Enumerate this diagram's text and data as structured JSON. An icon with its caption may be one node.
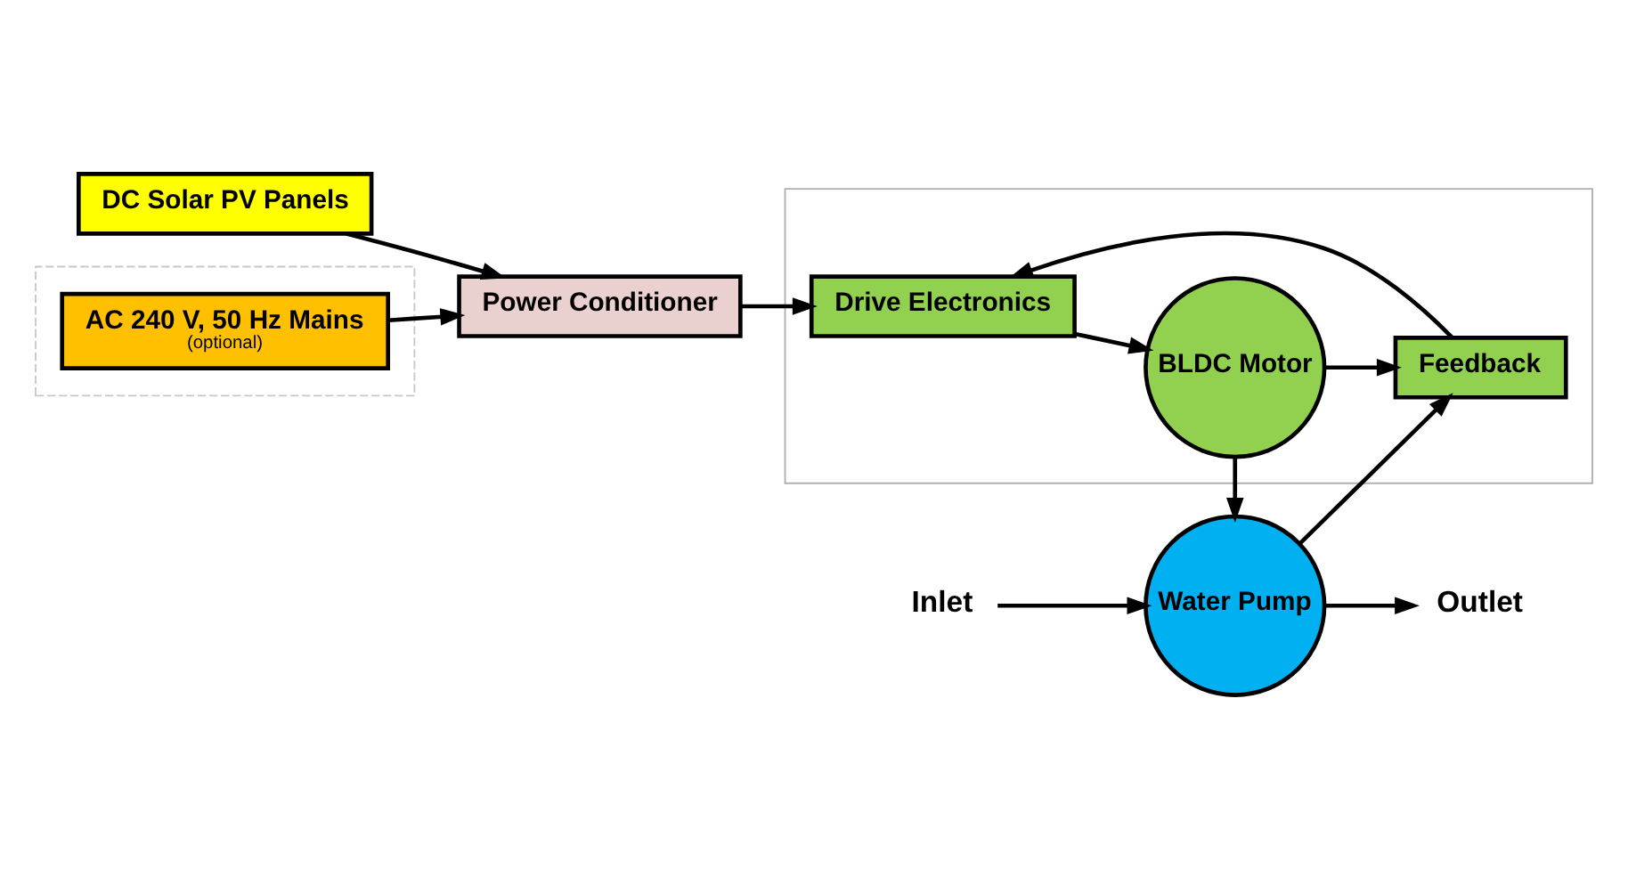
{
  "diagram": {
    "nodes": [
      {
        "text": [
          "DC Solar PV Panels"
        ]
      },
      {
        "text": [
          "Power Conditioner"
        ]
      },
      {
        "text": [],
        "shape": "box"
      },
      {
        "text": [
          "AC 240 V, 50 Hz Mains",
          "(optional)"
        ],
        "in": 2
      },
      {
        "text": [],
        "shape": "box"
      },
      {
        "text": [
          "Drive Electronics"
        ],
        "in": 4
      },
      {
        "text": [
          "BLDC Motor"
        ],
        "in": 4
      },
      {
        "text": [
          "Feedback"
        ],
        "in": 4
      },
      {
        "text": [
          "Water Pump"
        ]
      },
      {
        "text": [
          "Outlet"
        ]
      },
      {
        "text": [
          "Inlet"
        ]
      }
    ],
    "edges": [
      {
        "from": 0,
        "to": 1,
        "arrow": "to"
      },
      {
        "from": 3,
        "to": 1,
        "arrow": "to"
      },
      {
        "from": 1,
        "to": 5,
        "arrow": "to"
      },
      {
        "from": 5,
        "to": 6,
        "arrow": "to"
      },
      {
        "from": 6,
        "to": 7,
        "arrow": "to"
      },
      {
        "from": 7,
        "to": 5,
        "arrow": "to"
      },
      {
        "from": 6,
        "to": 8,
        "arrow": "to"
      },
      {
        "from": 8,
        "to": 7,
        "arrow": "to"
      },
      {
        "from": 8,
        "to": 9,
        "arrow": "to"
      },
      {
        "from": 10,
        "to": 8,
        "arrow": "to"
      }
    ]
  }
}
